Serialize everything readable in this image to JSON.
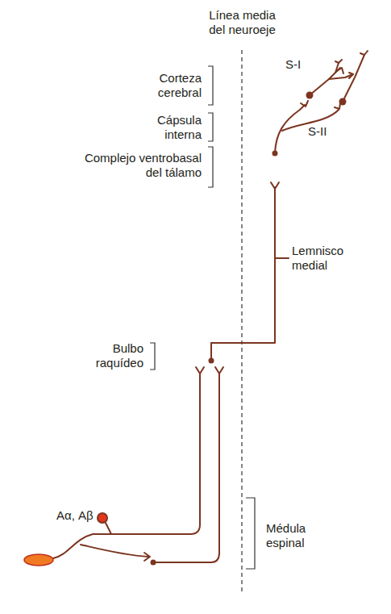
{
  "diagram": {
    "labels": [
      "Línea media del neuroeje",
      "Corteza cerebral",
      "Cápsula interna",
      "Complejo ventrobasal del tálamo",
      "S-I",
      "S-II",
      "Lemnisco medial",
      "Bulbo raquídeo",
      "Aα, Aβ",
      "Médula espinal"
    ]
  }
}
